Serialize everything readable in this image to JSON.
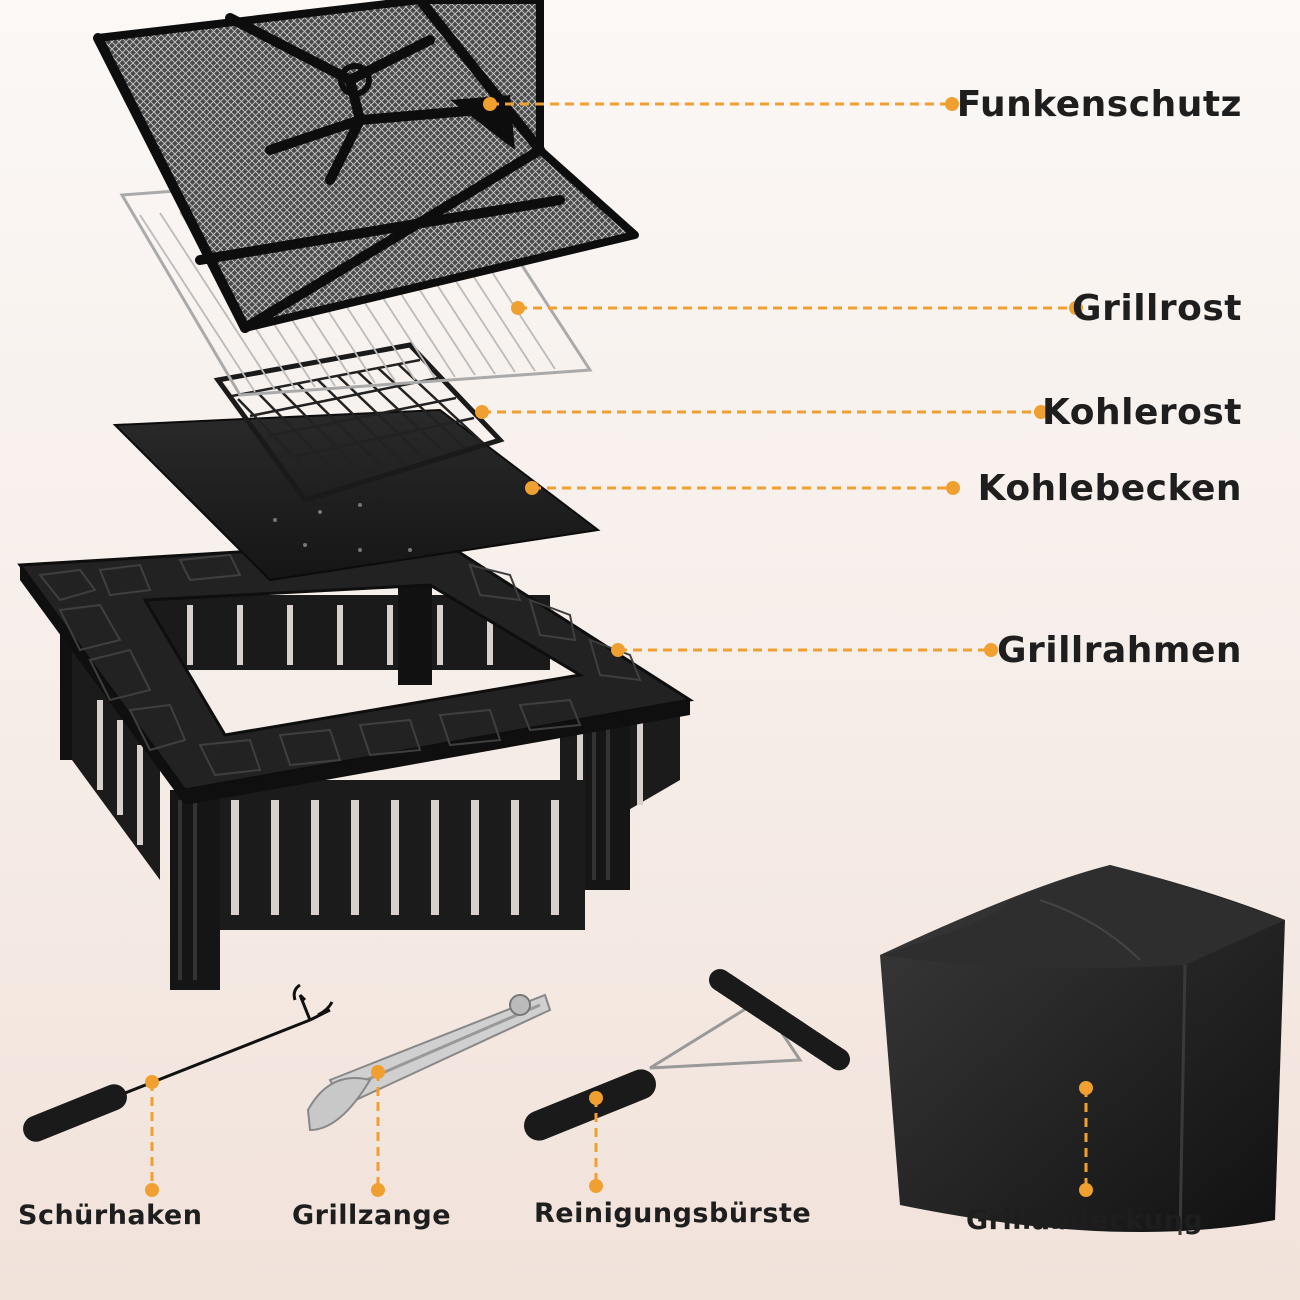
{
  "accent_color": "#f0a030",
  "top_labels": [
    {
      "id": "funkenschutz",
      "text": "Funkenschutz"
    },
    {
      "id": "grillrost",
      "text": "Grillrost"
    },
    {
      "id": "kohlerost",
      "text": "Kohlerost"
    },
    {
      "id": "kohlebecken",
      "text": "Kohlebecken"
    },
    {
      "id": "grillrahmen",
      "text": "Grillrahmen"
    }
  ],
  "bottom_labels": [
    {
      "id": "schuerhaken",
      "text": "Schürhaken"
    },
    {
      "id": "grillzange",
      "text": "Grillzange"
    },
    {
      "id": "reinigungsbuerste",
      "text": "Reinigungsbürste"
    },
    {
      "id": "grillabdeckung",
      "text": "Grillabdeckung"
    }
  ]
}
